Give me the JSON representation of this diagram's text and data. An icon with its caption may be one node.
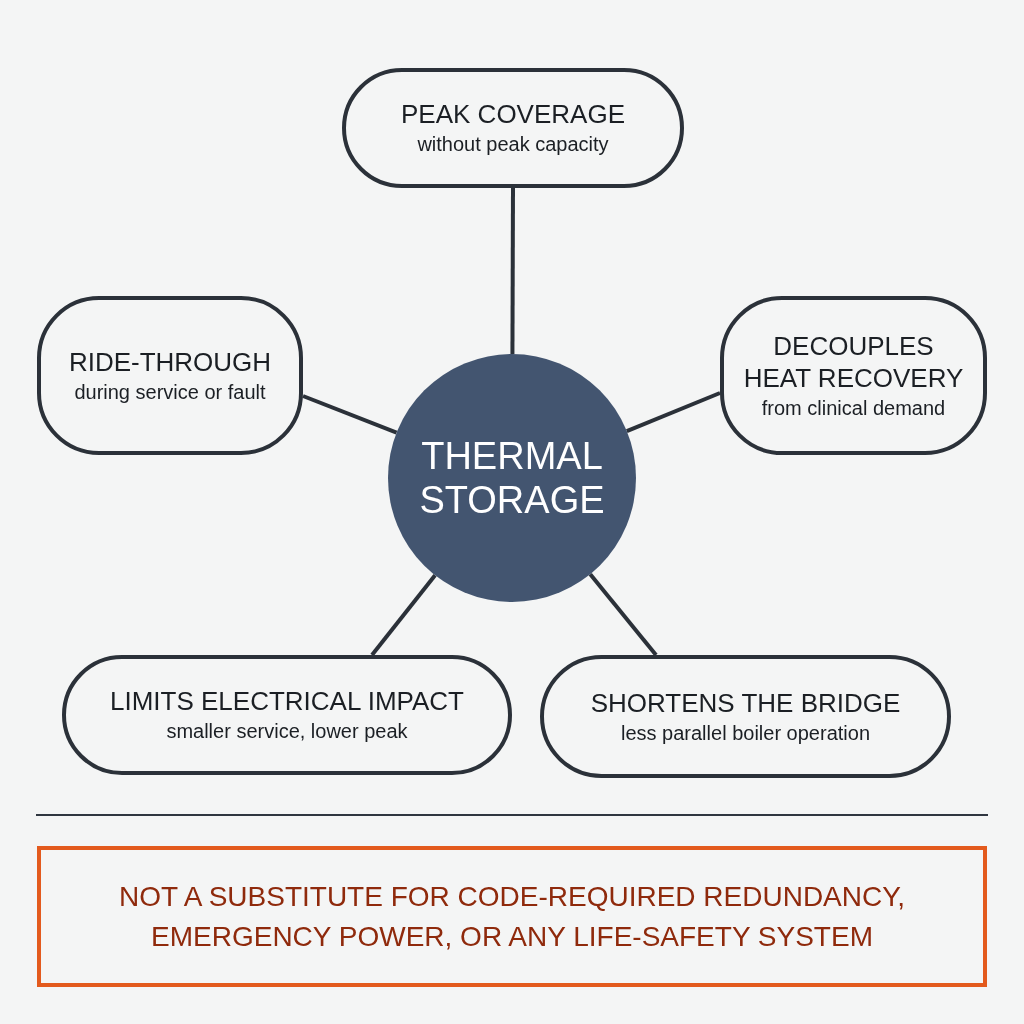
{
  "diagram": {
    "nodes": [
      {
        "text": [
          "PEAK COVERAGE",
          "without peak capacity"
        ]
      },
      {
        "text": [
          "RIDE-THROUGH",
          "during service or fault"
        ]
      },
      {
        "text": [
          "THERMAL STORAGE"
        ]
      },
      {
        "text": [
          "DECOUPLES HEAT RECOVERY",
          "from clinical demand"
        ]
      },
      {
        "text": [
          "LIMITS ELECTRICAL IMPACT",
          "smaller service, lower peak"
        ]
      },
      {
        "text": [
          "SHORTENS THE BRIDGE",
          "less parallel boiler operation"
        ]
      },
      {
        "text": [
          "NOT A SUBSTITUTE FOR CODE-REQUIRED REDUNDANCY, EMERGENCY POWER, OR ANY LIFE-SAFETY SYSTEM"
        ]
      }
    ],
    "edges": [
      {
        "from": 2,
        "to": 0,
        "arrow": "none"
      },
      {
        "from": 2,
        "to": 1,
        "arrow": "none"
      },
      {
        "from": 2,
        "to": 3,
        "arrow": "none"
      },
      {
        "from": 2,
        "to": 4,
        "arrow": "none"
      },
      {
        "from": 2,
        "to": 5,
        "arrow": "none"
      }
    ]
  }
}
